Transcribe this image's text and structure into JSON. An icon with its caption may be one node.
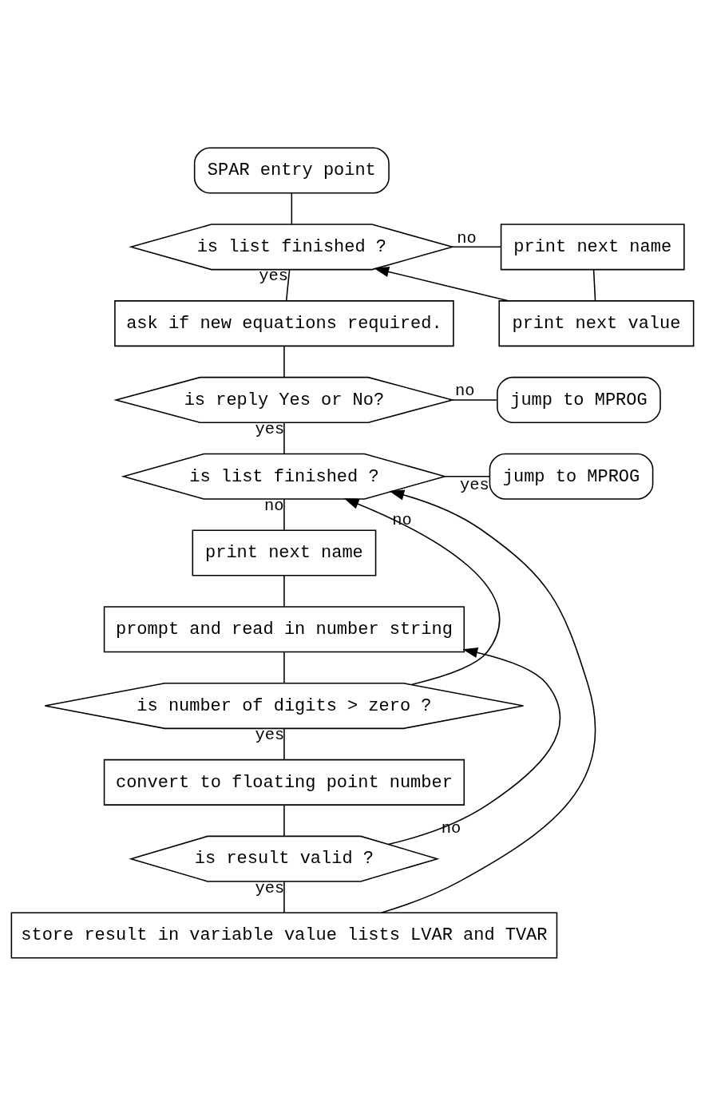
{
  "diagram": {
    "nodes": [
      {
        "text": [
          "SPAR entry point"
        ]
      },
      {
        "text": [
          "is list finished ?"
        ]
      },
      {
        "text": [
          "print next name"
        ]
      },
      {
        "text": [
          "print next value"
        ]
      },
      {
        "text": [
          "ask if new equations required."
        ]
      },
      {
        "text": [
          "is reply Yes or No?"
        ]
      },
      {
        "text": [
          "jump to MPROG"
        ]
      },
      {
        "text": [
          "is list finished ?"
        ]
      },
      {
        "text": [
          "jump to MPROG"
        ]
      },
      {
        "text": [
          "print next name"
        ]
      },
      {
        "text": [
          "prompt and read in number string"
        ]
      },
      {
        "text": [
          "is number of digits > zero ?"
        ]
      },
      {
        "text": [
          "convert to floating point number"
        ]
      },
      {
        "text": [
          "is result valid ?"
        ]
      },
      {
        "text": [
          "store result in variable value lists LVAR and TVAR"
        ]
      }
    ],
    "edges": [
      {
        "from": 0,
        "to": 1,
        "arrow": "none"
      },
      {
        "from": 1,
        "to": 2,
        "arrow": "none",
        "label": "no"
      },
      {
        "from": 2,
        "to": 3,
        "arrow": "none"
      },
      {
        "from": 3,
        "to": 1,
        "arrow": "to"
      },
      {
        "from": 1,
        "to": 4,
        "arrow": "none",
        "label": "yes"
      },
      {
        "from": 4,
        "to": 5,
        "arrow": "none"
      },
      {
        "from": 5,
        "to": 6,
        "arrow": "none",
        "label": "no"
      },
      {
        "from": 5,
        "to": 7,
        "arrow": "none",
        "label": "yes"
      },
      {
        "from": 7,
        "to": 8,
        "arrow": "none",
        "label": "yes"
      },
      {
        "from": 7,
        "to": 9,
        "arrow": "none",
        "label": "no"
      },
      {
        "from": 9,
        "to": 10,
        "arrow": "none"
      },
      {
        "from": 10,
        "to": 11,
        "arrow": "none"
      },
      {
        "from": 11,
        "to": 7,
        "arrow": "to",
        "label": "no"
      },
      {
        "from": 11,
        "to": 12,
        "arrow": "none",
        "label": "yes"
      },
      {
        "from": 12,
        "to": 13,
        "arrow": "none"
      },
      {
        "from": 13,
        "to": 10,
        "arrow": "to",
        "label": "no"
      },
      {
        "from": 13,
        "to": 14,
        "arrow": "none",
        "label": "yes"
      },
      {
        "from": 14,
        "to": 7,
        "arrow": "to"
      }
    ]
  }
}
